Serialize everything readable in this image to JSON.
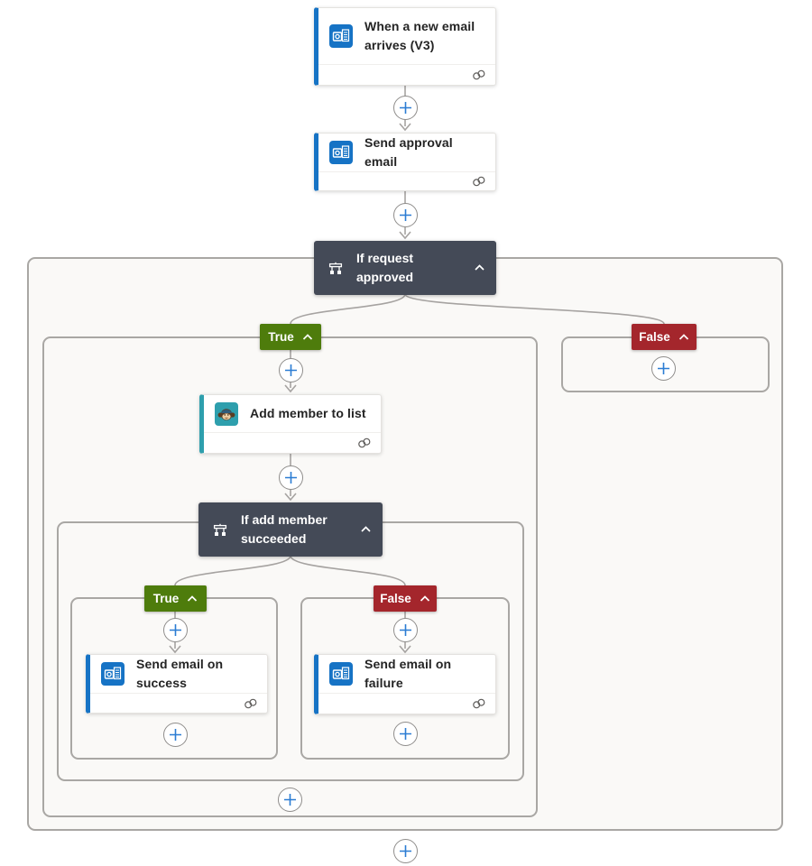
{
  "cards": {
    "trigger": {
      "title": "When a new email arrives (V3)",
      "icon": "outlook-icon"
    },
    "send_approval": {
      "title": "Send approval email",
      "icon": "outlook-icon"
    },
    "add_member": {
      "title": "Add member to list",
      "icon": "mailchimp-icon"
    },
    "send_success": {
      "title": "Send email on success",
      "icon": "outlook-icon"
    },
    "send_failure": {
      "title": "Send email on failure",
      "icon": "outlook-icon"
    }
  },
  "conditions": {
    "if_request_approved": {
      "title": "If request approved",
      "icon": "condition-icon",
      "collapse_icon": "chevron-up-icon"
    },
    "if_add_member_succeeded": {
      "title": "If add member succeeded",
      "icon": "condition-icon",
      "collapse_icon": "chevron-up-icon"
    }
  },
  "branches": {
    "outer_true": {
      "label": "True"
    },
    "outer_false": {
      "label": "False"
    },
    "inner_true": {
      "label": "True"
    },
    "inner_false": {
      "label": "False"
    }
  },
  "icons": {
    "card_footer": "connection-icon",
    "insert_step": "plus-icon"
  },
  "colors": {
    "outlook_blue": "#1673c5",
    "mailchimp_teal": "#2e9fad",
    "condition_dark": "#444a57",
    "true_green": "#4e7c0c",
    "false_red": "#a4262c",
    "connector_gray": "#a6a3a1",
    "plus_blue": "#2b7cd3",
    "scope_background": "#faf9f7",
    "scope_border": "#a9a7a4"
  }
}
